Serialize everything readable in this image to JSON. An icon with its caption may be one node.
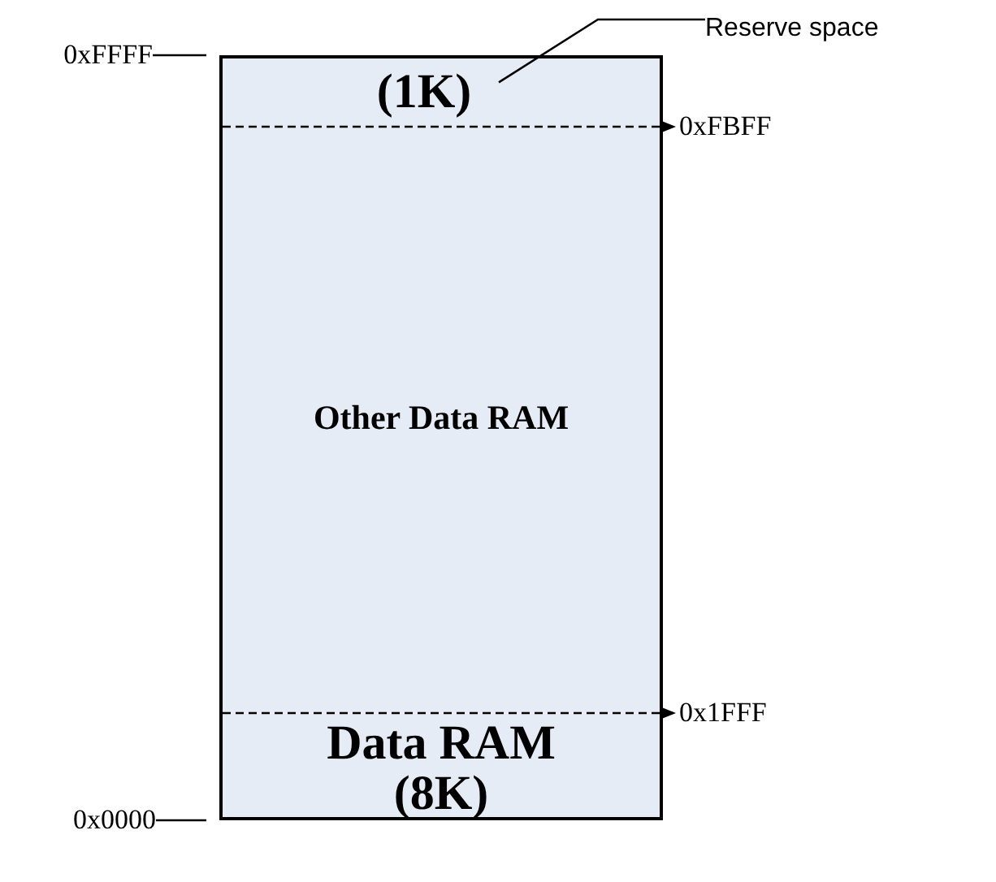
{
  "diagram": {
    "nodes": [
      {
        "text": [],
        "shape": "box"
      },
      {
        "text": [
          "(1K)"
        ],
        "in": 0
      },
      {
        "text": [
          "Other Data RAM"
        ],
        "in": 0
      },
      {
        "text": [
          "Data RAM (8K)"
        ],
        "in": 0
      },
      {
        "text": [
          "Reserve space"
        ]
      },
      {
        "text": [
          "0xFFFF"
        ]
      },
      {
        "text": [
          "0xFBFF"
        ]
      },
      {
        "text": [
          "0x1FFF"
        ]
      },
      {
        "text": [
          "0x0000"
        ]
      }
    ],
    "edges": [
      {
        "from": 4,
        "to": 1,
        "arrow": "none"
      },
      {
        "from": 5,
        "to": 0,
        "arrow": "none"
      },
      {
        "from": 8,
        "to": 0,
        "arrow": "none"
      },
      {
        "from": 0,
        "to": 6,
        "arrow": "to",
        "style": "dashed"
      },
      {
        "from": 0,
        "to": 7,
        "arrow": "to",
        "style": "dashed"
      }
    ]
  }
}
